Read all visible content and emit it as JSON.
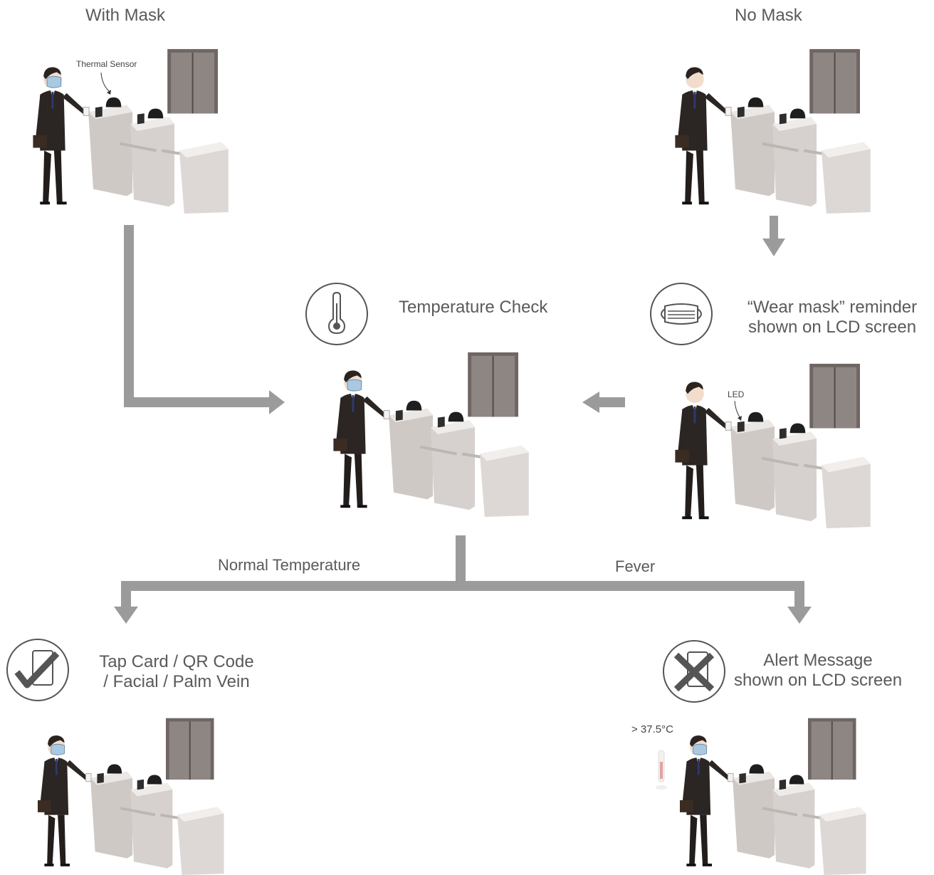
{
  "diagram": {
    "with_mask": "With Mask",
    "no_mask": "No Mask",
    "thermal_sensor": "Thermal Sensor",
    "temperature_check": "Temperature Check",
    "wear_mask_line1": "“Wear mask” reminder",
    "wear_mask_line2": "shown on LCD screen",
    "led": "LED",
    "normal_temperature": "Normal Temperature",
    "fever": "Fever",
    "tap_line1": "Tap Card / QR Code",
    "tap_line2": "/ Facial / Palm Vein",
    "alert_line1": "Alert Message",
    "alert_line2": "shown on LCD screen",
    "fever_threshold": "> 37.5°C"
  },
  "colors": {
    "arrow": "#9b9b9b",
    "icon_stroke": "#555555",
    "suit": "#2b2523",
    "elevator": "#6f6663",
    "turnstile": "#d9d4d1"
  },
  "icons": [
    "thermometer-icon",
    "face-mask-icon",
    "check-card-icon",
    "cross-card-icon"
  ]
}
